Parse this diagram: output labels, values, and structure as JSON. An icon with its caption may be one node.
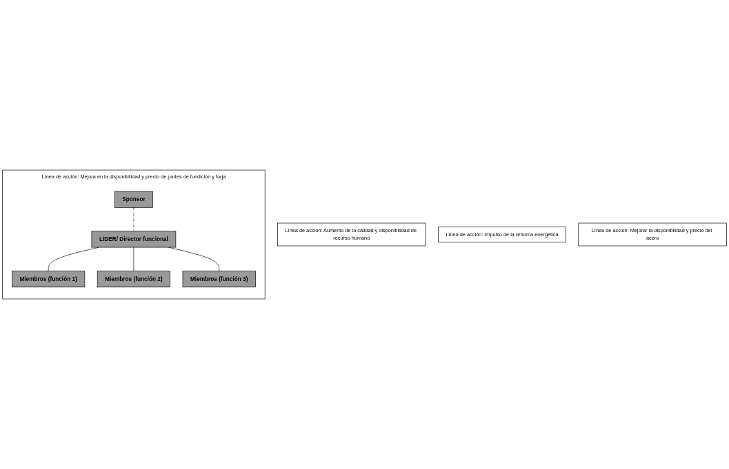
{
  "diagram": {
    "nodes": [
      {
        "text": [
          "Línea de acción: Aumento de la calidad y disponibilidad de recurso humano"
        ]
      },
      {
        "text": [
          "Línea de acción: Impulso de la reforma energética"
        ]
      },
      {
        "text": [
          "Línea de acción: Mejorar la disponibilidad y precio del acero"
        ]
      },
      {
        "text": [
          "Línea de acción: Mejora en la disponibilidad y precio de partes de fundición y forja"
        ]
      },
      {
        "text": [
          "Sponsor"
        ],
        "in": 3
      },
      {
        "text": [
          "LÍDER/ Director funcional"
        ],
        "in": 3
      },
      {
        "text": [
          "Miembros (función 1)"
        ],
        "in": 3
      },
      {
        "text": [
          "Miembros (función 2)"
        ],
        "in": 3
      },
      {
        "text": [
          "Miembros (función 3)"
        ],
        "in": 3
      }
    ],
    "edges": [
      {
        "from": 4,
        "to": 5,
        "arrow": "none",
        "style": "dashed"
      },
      {
        "from": 5,
        "to": 6,
        "arrow": "none"
      },
      {
        "from": 5,
        "to": 7,
        "arrow": "none"
      },
      {
        "from": 5,
        "to": 8,
        "arrow": "none"
      }
    ]
  }
}
